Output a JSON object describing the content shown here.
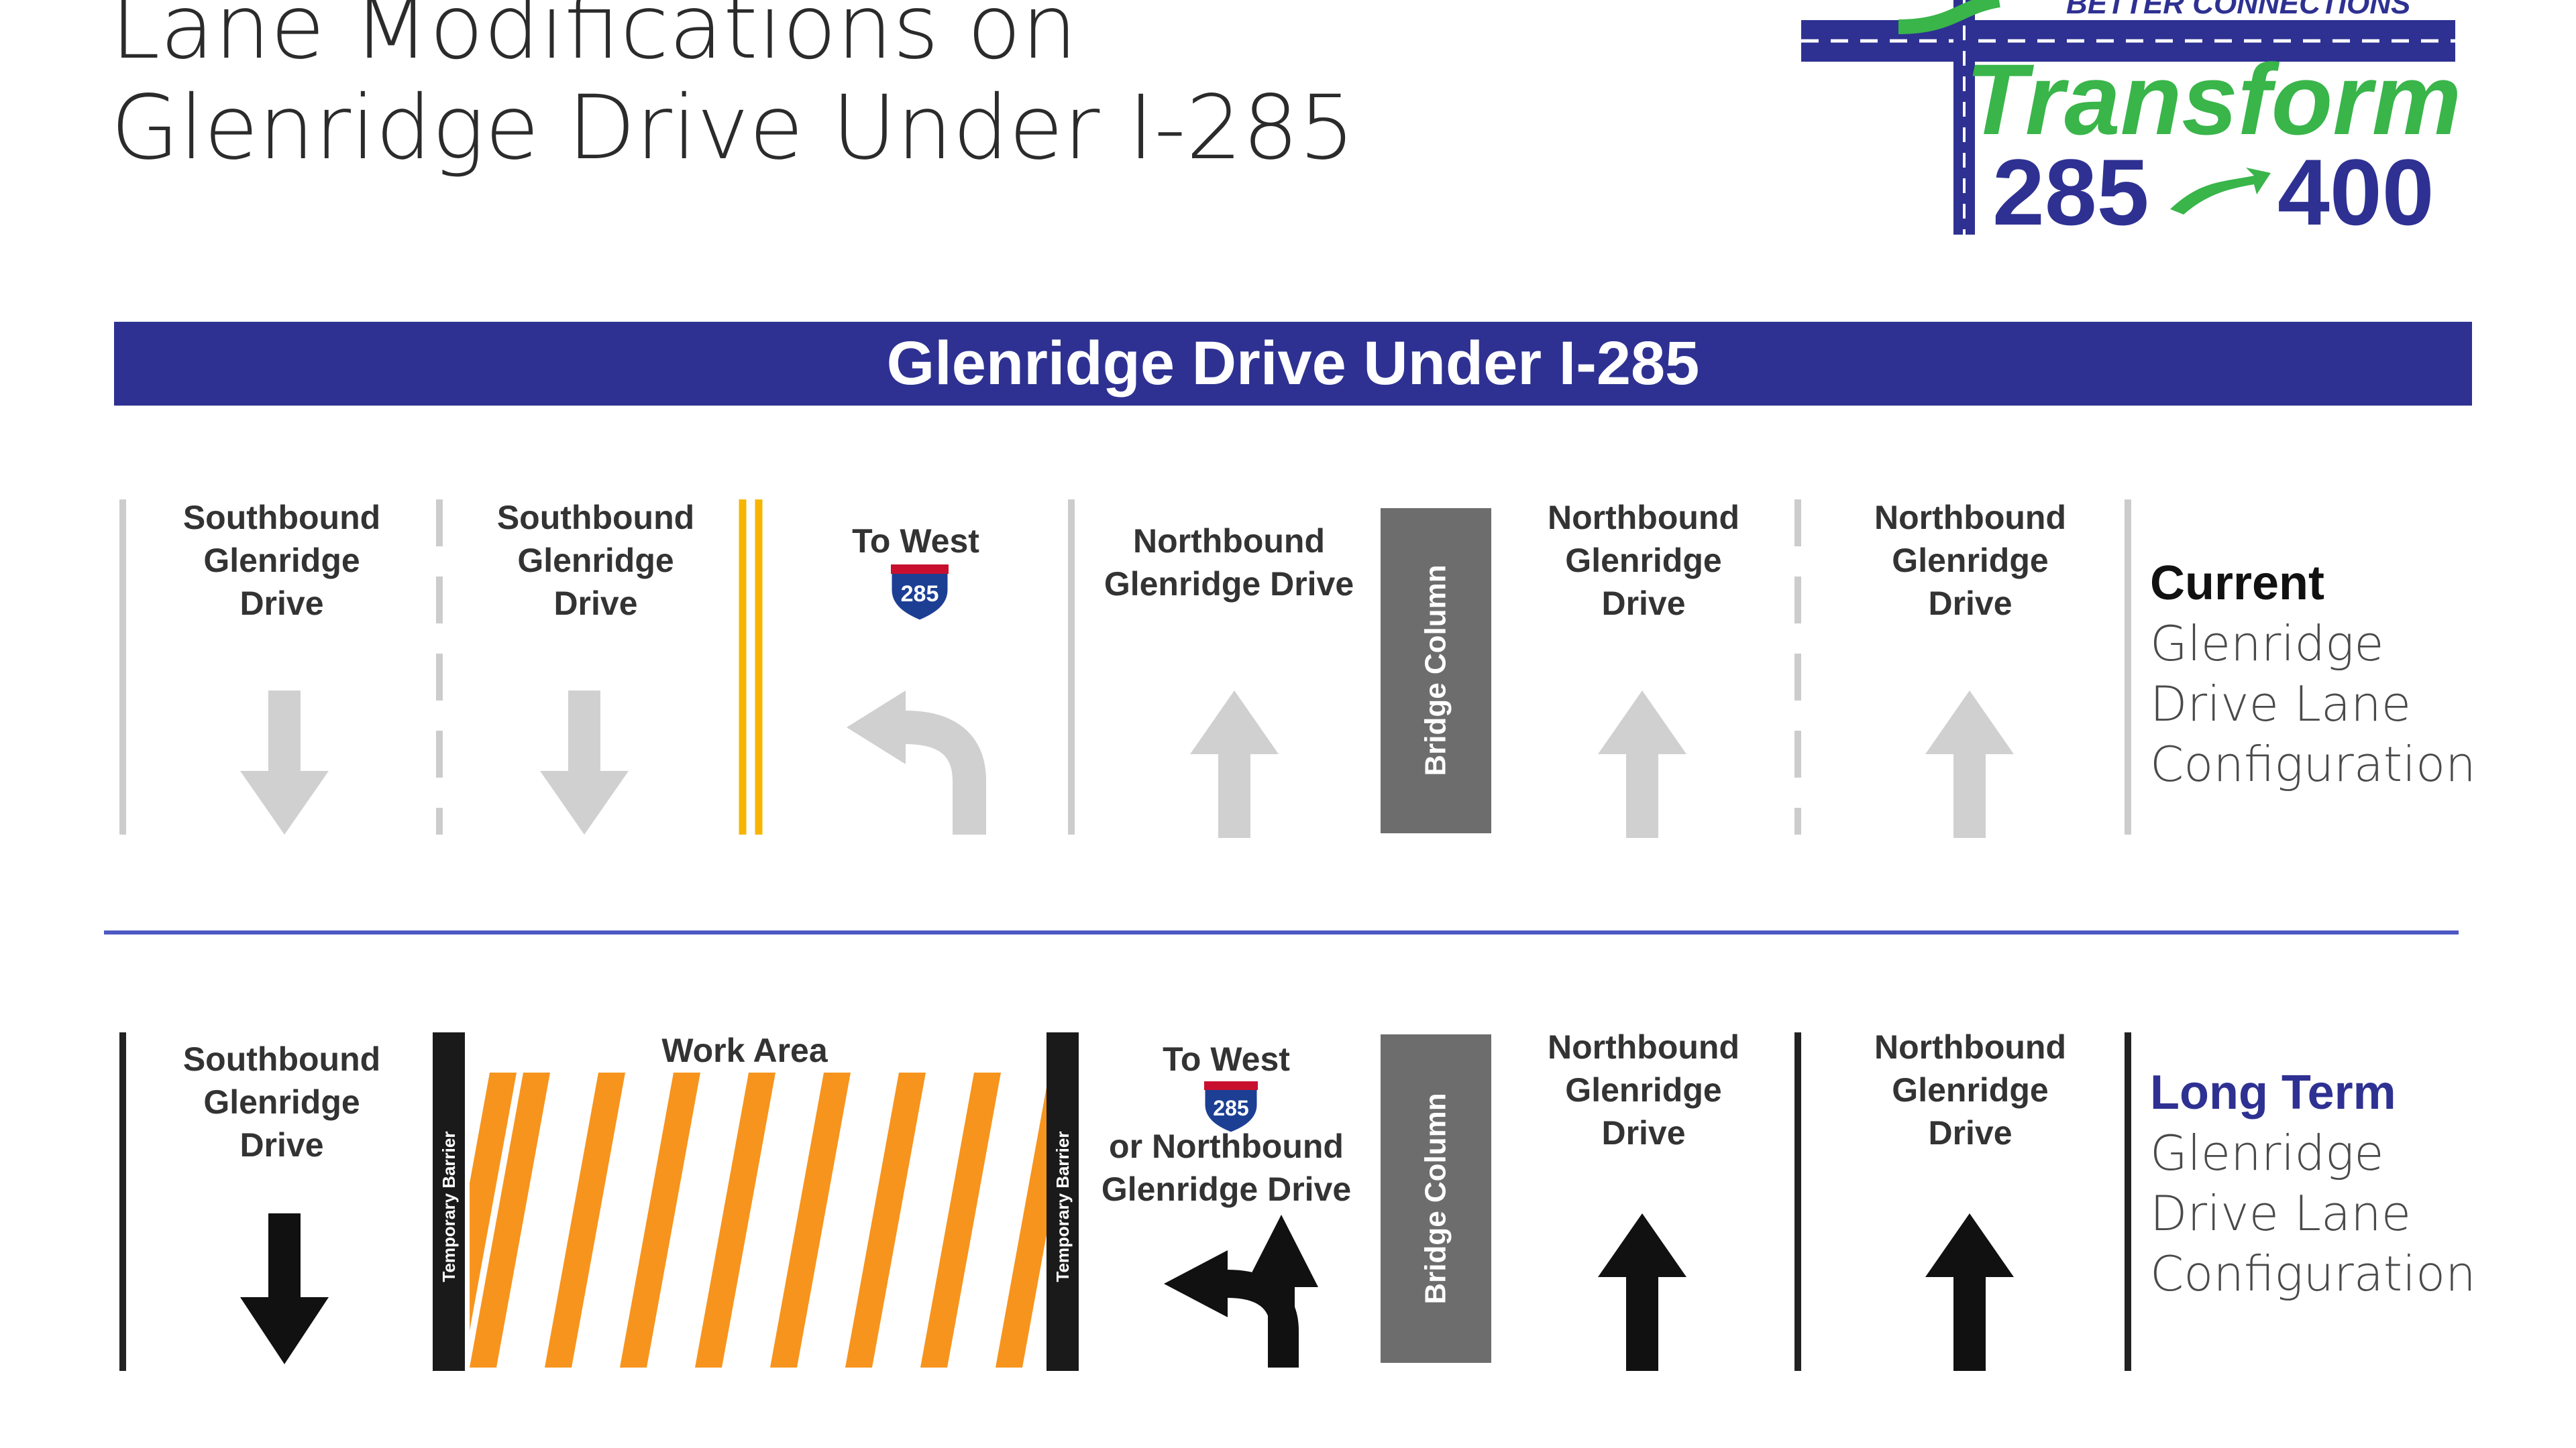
{
  "header": {
    "title_line1": "Lane Modifications on",
    "title_line2": "Glenridge Drive Under I-285"
  },
  "logo": {
    "tagline": "BETTER CONNECTIONS",
    "word": "Transform",
    "num_left": "285",
    "num_right": "400"
  },
  "banner": {
    "text": "Glenridge Drive Under I-285"
  },
  "current": {
    "lanes": [
      {
        "line1": "Southbound",
        "line2": "Glenridge",
        "line3": "Drive",
        "arrow": "down"
      },
      {
        "line1": "Southbound",
        "line2": "Glenridge",
        "line3": "Drive",
        "arrow": "down"
      },
      {
        "line1": "To West",
        "shield": "285",
        "arrow": "left-turn"
      },
      {
        "line1": "Northbound",
        "line2": "Glenridge Drive",
        "arrow": "up"
      },
      {
        "line1": "Northbound",
        "line2": "Glenridge",
        "line3": "Drive",
        "arrow": "up"
      },
      {
        "line1": "Northbound",
        "line2": "Glenridge",
        "line3": "Drive",
        "arrow": "up"
      }
    ],
    "bridge_column": "Bridge Column",
    "label_head": "Current",
    "label_l1": "Glenridge",
    "label_l2": "Drive Lane",
    "label_l3": "Configuration"
  },
  "long_term": {
    "lanes": [
      {
        "line1": "Southbound",
        "line2": "Glenridge",
        "line3": "Drive",
        "arrow": "down"
      },
      {
        "line1": "To West",
        "shield": "285",
        "line2": "or Northbound",
        "line3": "Glenridge Drive",
        "arrow": "left-turn-and-through"
      },
      {
        "line1": "Northbound",
        "line2": "Glenridge",
        "line3": "Drive",
        "arrow": "up"
      },
      {
        "line1": "Northbound",
        "line2": "Glenridge",
        "line3": "Drive",
        "arrow": "up"
      }
    ],
    "work_area": "Work Area",
    "temporary_barrier": "Temporary Barrier",
    "bridge_column": "Bridge Column",
    "label_head": "Long Term",
    "label_l1": "Glenridge",
    "label_l2": "Drive Lane",
    "label_l3": "Configuration"
  },
  "colors": {
    "banner": "#2e3192",
    "logo_blue": "#2e3192",
    "logo_green": "#39b54a",
    "double_yellow": "#f7b500",
    "work_stripe": "#f7941d",
    "arrow_current": "#d0d0d0",
    "arrow_long_term": "#111111",
    "column": "#6d6d6d"
  },
  "icons": {
    "arrow_down": "arrow-down-icon",
    "arrow_up": "arrow-up-icon",
    "left_turn": "left-turn-arrow-icon",
    "shield": "interstate-285-shield-icon"
  }
}
